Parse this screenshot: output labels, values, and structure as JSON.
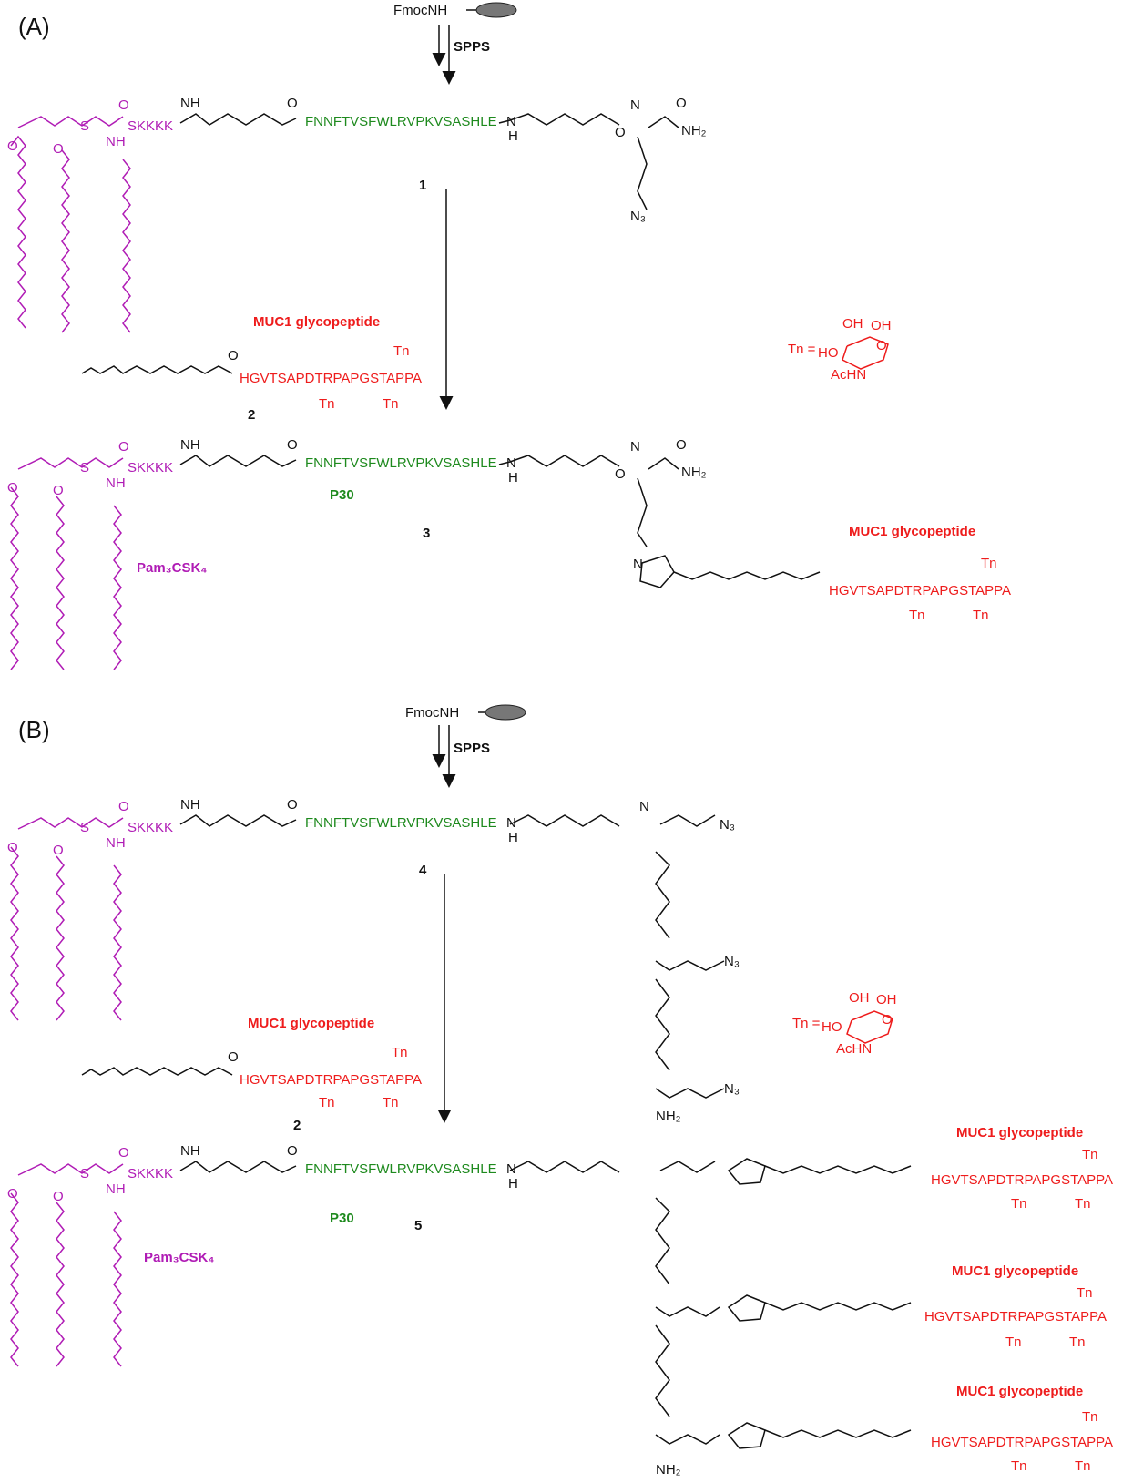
{
  "panels": [
    {
      "id": "A",
      "label": "(A)"
    },
    {
      "id": "B",
      "label": "(B)"
    }
  ],
  "resin": {
    "fmoc_label": "FmocNH",
    "step_label": "SPPS"
  },
  "lipopeptide": {
    "skkkk": "SKKKK",
    "nh": "NH",
    "h": "H",
    "s": "S",
    "o": "O",
    "name": "Pam₃CSK₄"
  },
  "p30": {
    "sequence": "FNNFTVSFWLRVPKVSASHLE",
    "name": "P30"
  },
  "linker": {
    "nh": "N",
    "h": "H",
    "nh2": "NH₂",
    "azide": "N₃"
  },
  "muc1": {
    "title": "MUC1 glycopeptide",
    "sequence": "HGVTSAPDTRPAPGSTAPPA",
    "tn": "Tn"
  },
  "tn_def": {
    "prefix": "Tn =",
    "ho": "HO",
    "oh1": "OH",
    "oh2": "OH",
    "achn": "AcHN",
    "o": "O"
  },
  "compounds": {
    "c1": "1",
    "c2": "2",
    "c3": "3",
    "c4": "4",
    "c5": "5"
  },
  "colors": {
    "lipid": "#b01cb5",
    "p30": "#1e8a1e",
    "muc1": "#ee1c1c",
    "black": "#111111"
  }
}
